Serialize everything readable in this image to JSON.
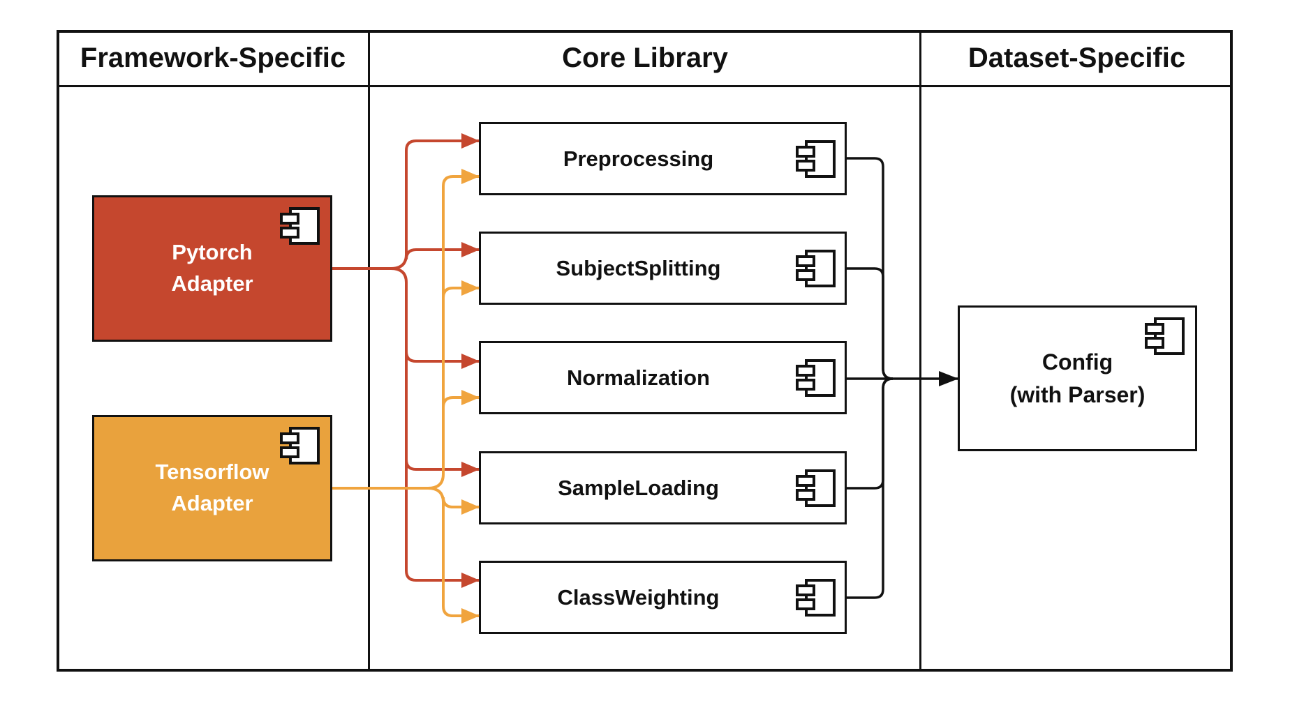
{
  "diagram": {
    "type": "component-architecture",
    "columns": [
      {
        "id": "framework-specific",
        "label": "Framework-Specific"
      },
      {
        "id": "core-library",
        "label": "Core Library"
      },
      {
        "id": "dataset-specific",
        "label": "Dataset-Specific"
      }
    ],
    "adapters": [
      {
        "id": "pytorch-adapter",
        "line1": "Pytorch",
        "line2": "Adapter",
        "fill": "#C5472E",
        "text_color": "#FFFFFF"
      },
      {
        "id": "tensorflow-adapter",
        "line1": "Tensorflow",
        "line2": "Adapter",
        "fill": "#E9A23D",
        "text_color": "#FFFFFF"
      }
    ],
    "components": [
      {
        "id": "preprocessing",
        "label": "Preprocessing"
      },
      {
        "id": "subject-splitting",
        "label": "SubjectSplitting"
      },
      {
        "id": "normalization",
        "label": "Normalization"
      },
      {
        "id": "sample-loading",
        "label": "SampleLoading"
      },
      {
        "id": "class-weighting",
        "label": "ClassWeighting"
      }
    ],
    "config": {
      "id": "config",
      "line1": "Config",
      "line2": "(with Parser)"
    },
    "colors": {
      "red_arrow": "#C5472E",
      "orange_arrow": "#F0A43E",
      "black": "#111111",
      "node_border": "#111111",
      "background": "#FFFFFF"
    },
    "edges": [
      {
        "from": "pytorch-adapter",
        "to": [
          "preprocessing",
          "subject-splitting",
          "normalization",
          "sample-loading",
          "class-weighting"
        ],
        "color": "#C5472E"
      },
      {
        "from": "tensorflow-adapter",
        "to": [
          "preprocessing",
          "subject-splitting",
          "normalization",
          "sample-loading",
          "class-weighting"
        ],
        "color": "#F0A43E"
      },
      {
        "from": [
          "preprocessing",
          "subject-splitting",
          "normalization",
          "sample-loading",
          "class-weighting"
        ],
        "to": "config",
        "color": "#111111"
      }
    ]
  }
}
